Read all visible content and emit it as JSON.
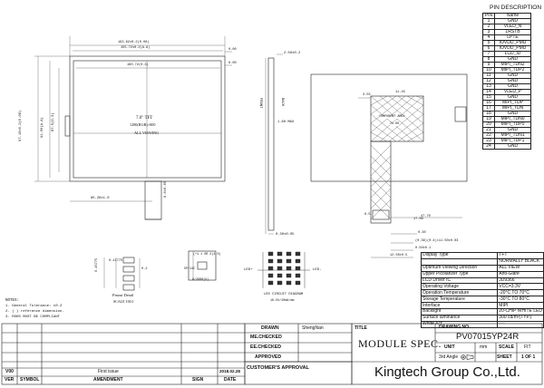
{
  "pin_section": {
    "title": "PIN  DESCRIPTION",
    "headers": [
      "PIN",
      "Name"
    ],
    "pins": [
      [
        "1",
        "GND"
      ],
      [
        "2",
        "VLED_N"
      ],
      [
        "3",
        "LRSTB"
      ],
      [
        "4",
        "LPTE"
      ],
      [
        "5",
        "IOVDD_PMU"
      ],
      [
        "6",
        "IOVDD_PMU"
      ],
      [
        "7",
        "LCD_ID"
      ],
      [
        "8",
        "GND"
      ],
      [
        "9",
        "MIPI_TDN2"
      ],
      [
        "10",
        "MIPI_TDP2"
      ],
      [
        "11",
        "GND"
      ],
      [
        "12",
        "GND"
      ],
      [
        "13",
        "GND"
      ],
      [
        "14",
        "VLED_P"
      ],
      [
        "15",
        "GND"
      ],
      [
        "16",
        "MIPI_TDP"
      ],
      [
        "17",
        "MIPI_TDN"
      ],
      [
        "18",
        "GND"
      ],
      [
        "19",
        "MIPI_TDN0"
      ],
      [
        "20",
        "MIPI_TDP0"
      ],
      [
        "21",
        "GND"
      ],
      [
        "22",
        "MIPI_TDN1"
      ],
      [
        "23",
        "MIPI_TDP1"
      ],
      [
        "24",
        "GND"
      ]
    ]
  },
  "front_view": {
    "dim_top_outer": "163.62±0.2(0.08)",
    "dim_top_2": "155.72±0.2(A.A)",
    "dim_top_aa": "160.72(0.3)",
    "dim_right_1": "0.00",
    "dim_right_2": "6.00",
    "dim_left_outer": "97.10±0.2(0.08)",
    "dim_left_inner": "91.00(A.A)",
    "dim_left_3": "87.5(0.3)",
    "center_size": "7.0\" TFT",
    "center_res": "1280(RGB)×800",
    "center_note": "ALL VIEWING",
    "dim_bottom": "85.28±1.0",
    "dim_fpc": "0.6±0.05"
  },
  "side_view": {
    "dim_top": "2.50±0.2",
    "front_label": "FRONT",
    "back_label": "BACK",
    "dim_mid": "1.60 MAX",
    "dim_bottom": "0.30±0.05"
  },
  "back_view": {
    "dim_left_small": "3.55",
    "dim_top_small": "11.45",
    "component_label": "COMPONENT AREA",
    "component_dim": "21.00",
    "dim_aa": "17.00",
    "dim_fpc_1": "0.30",
    "dim_fpc_2": "(0.36)(0.4)×11.50±0.03",
    "dim_fpc_3": "0.50±0.1",
    "dim_fpc_4": "12.50±0.5",
    "dim_width": "47.70",
    "dim_left_edge": "0.5"
  },
  "detail": {
    "title": "Pinout Detail",
    "scale": "SCALE 100:1",
    "dim_a": "0.11775",
    "dim_b": "0.15775",
    "dim_c": "0.2"
  },
  "led_circuit": {
    "title": "LED CIRCUIT DIAGRAM",
    "led_plus": "LED+",
    "led_minus": "LED-",
    "spec": "16.5V/20mA/mm",
    "chip_note_1": "5P/14C",
    "chip_note_2": "8/2000(V)",
    "sub_note": "(+1 1 OR 2(4 0)"
  },
  "notes": {
    "title": "NOTES:",
    "lines": [
      "1. General Tolerance: ±0.2",
      "2. (    ) reference dimension.",
      "3. ROHS  MUST BE COMPLIANT"
    ]
  },
  "specs": [
    [
      "Display Type",
      "TFT"
    ],
    [
      "",
      "NORMALLY BLACK"
    ],
    [
      "Optimum Viewing Direction",
      "ALL VIEW"
    ],
    [
      "Upper Picolarizer Type",
      "Anti-Glare"
    ],
    [
      "LCD Driver IC",
      "JD9366"
    ],
    [
      "Operating Voltage",
      "VCC=3.3V"
    ],
    [
      "Operation Temperature",
      "-20°C  TO  70°C"
    ],
    [
      "Storage Temperature",
      "-30°C  TO  80°C"
    ],
    [
      "Interface",
      "MIPI"
    ],
    [
      "Backlight",
      "20-CHIP WHITE LED"
    ],
    [
      "Surface luminance",
      "300 cd/m²(TYP.)"
    ],
    [
      "White X/Y",
      "----"
    ]
  ],
  "approvals": [
    {
      "role": "DRAWN",
      "name": "ShengNan"
    },
    {
      "role": "ME.CHECKED",
      "name": ""
    },
    {
      "role": "EE.CHECKED",
      "name": ""
    },
    {
      "role": "APPROVED",
      "name": ""
    }
  ],
  "title_block": {
    "title_label": "TITLE",
    "title_value": "MODULE SPEC.",
    "drawing_no_label": "DRAWING NO.",
    "drawing_no": "PV07015YP24R",
    "unit_label": "UNIT",
    "unit_value": "mm",
    "scale_label": "SCALE",
    "scale_value": "FIT",
    "angle_label": "3rd Angle",
    "sheet_label": "SHEET",
    "sheet_value": "1 OF 1",
    "company": "Kingtech Group Co.,Ltd.",
    "customer_approval": "CUSTOMER'S APPROVAL"
  },
  "revision": {
    "row_label_ver": "V00",
    "issue": "First issue",
    "date": "2018.02.28",
    "headers": {
      "ver": "VER",
      "symbol": "SYMBOL",
      "amendment": "AMENDMENT",
      "sign": "SIGN",
      "date": "DATE"
    }
  }
}
